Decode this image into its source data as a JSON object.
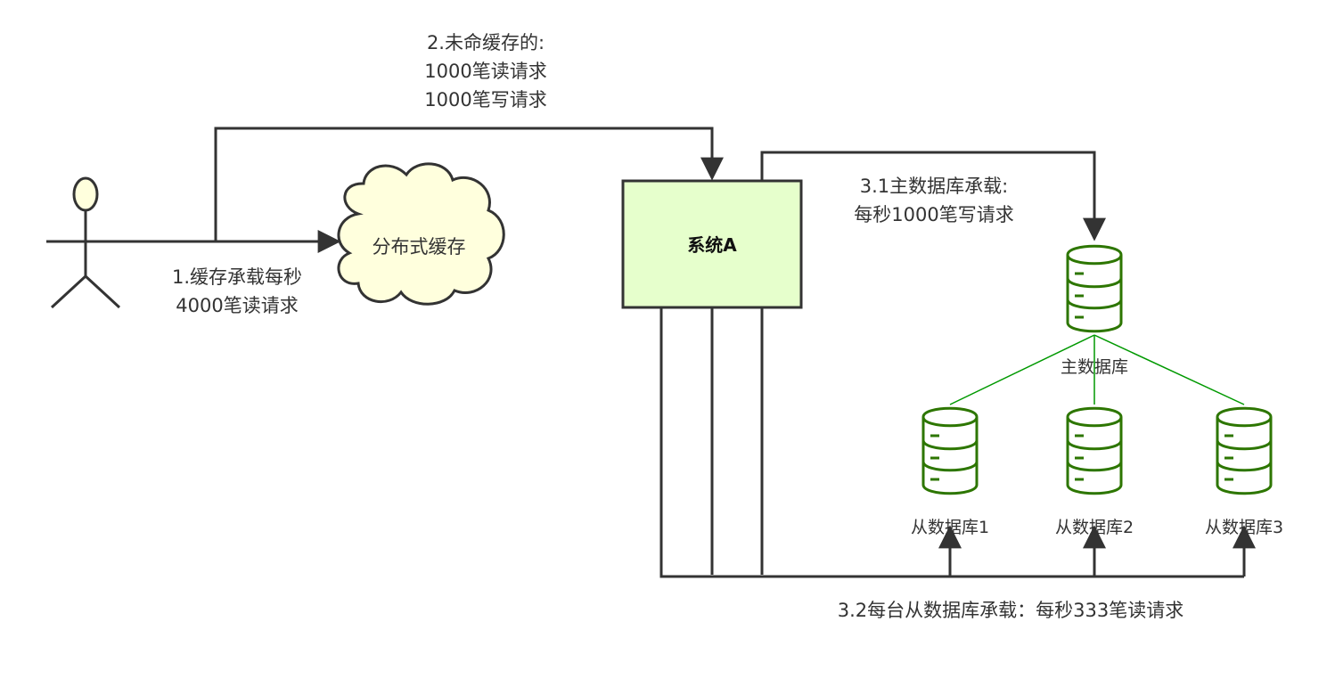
{
  "nodes": {
    "cache": "分布式缓存",
    "system_a": "系统A",
    "master_db": "主数据库",
    "slave_dbs": [
      "从数据库1",
      "从数据库2",
      "从数据库3"
    ]
  },
  "edges": {
    "cache_load": [
      "1.缓存承载每秒",
      "4000笔读请求"
    ],
    "cache_miss": [
      "2.未命缓存的:",
      "1000笔读请求",
      "1000笔写请求"
    ],
    "master_load": [
      "3.1主数据库承载:",
      "每秒1000笔写请求"
    ],
    "slave_load": "3.2每台从数据库承载：每秒333笔读请求"
  },
  "colors": {
    "line": "#333333",
    "system_fill": "#e6ffcc",
    "cache_fill": "#ffffdd",
    "db_green": "#2d7600",
    "tree_green": "#009900"
  }
}
